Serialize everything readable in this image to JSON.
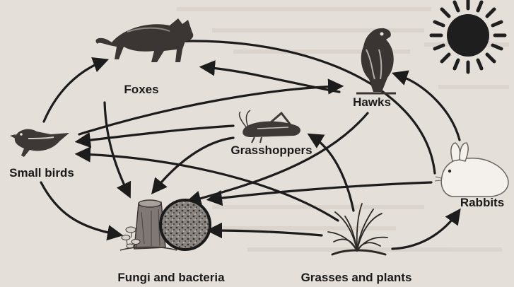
{
  "organisms": {
    "foxes": "Foxes",
    "hawks": "Hawks",
    "small_birds": "Small birds",
    "grasshoppers": "Grasshoppers",
    "rabbits": "Rabbits",
    "fungi_bacteria": "Fungi and bacteria",
    "grasses_plants": "Grasses and plants"
  },
  "icons": {
    "sun": "sun-icon",
    "fox": "fox-icon",
    "hawk": "hawk-icon",
    "bird": "bird-icon",
    "grasshopper": "grasshopper-icon",
    "rabbit": "rabbit-icon",
    "fungi": "mushroom-stump-icon",
    "bacteria": "bacteria-circle-icon",
    "grass": "grass-icon"
  },
  "colors": {
    "arrow": "#1c1c1c",
    "background": "#e4dfd8",
    "label": "#1a1a1a"
  }
}
